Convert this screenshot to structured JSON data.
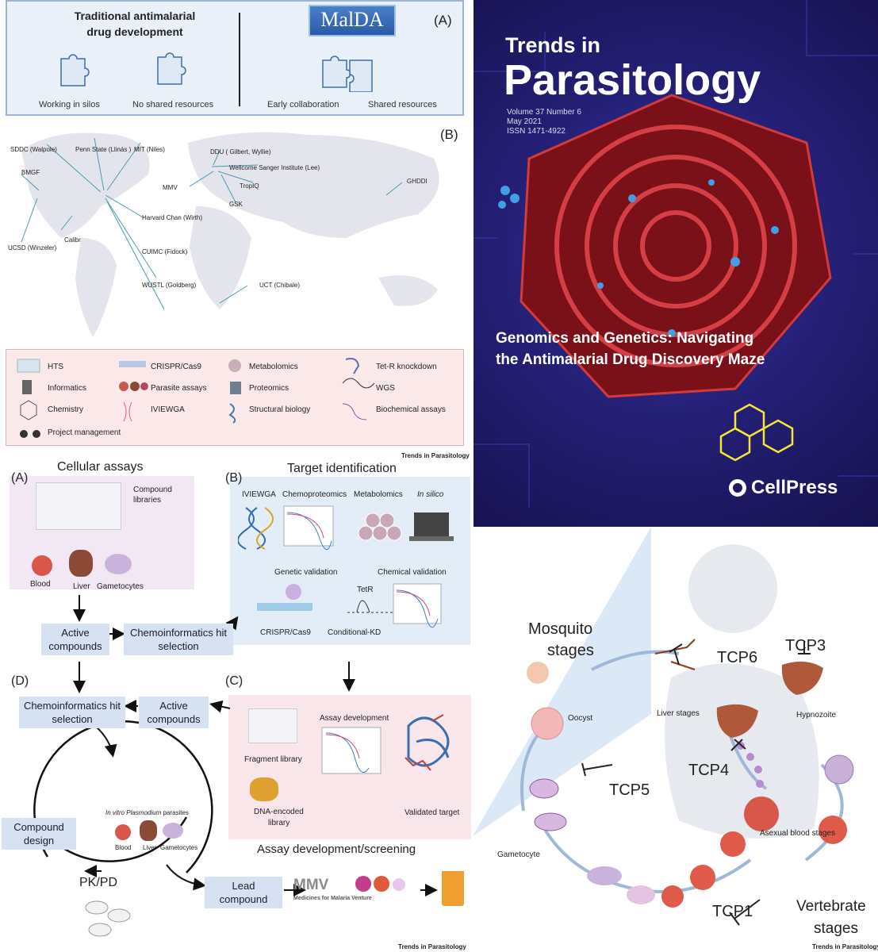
{
  "top_figure": {
    "panel_a": {
      "label": "(A)",
      "left_title": "Traditional antimalarial drug development",
      "left_title_line1": "Traditional antimalarial",
      "left_title_line2": "drug development",
      "logo_text": "MalDA",
      "items": [
        "Working in silos",
        "No shared resources",
        "Early collaboration",
        "Shared resources"
      ]
    },
    "panel_b": {
      "label": "(B)",
      "sites": [
        "SDDC (Walpole)",
        "Penn State (Llinás )",
        "MIT (Niles)",
        "DDU ( Gilbert, Wyllie)",
        "Wellcome Sanger Institute (Lee)",
        "BMGF",
        "GHDDI",
        "MMV",
        "TropIQ",
        "GSK",
        "Harvard Chan (Wirth)",
        "Calibr",
        "CUIMC (Fidock)",
        "UCSD (Winzeler)",
        "WUSTL (Goldberg)",
        "UCT (Chibale)"
      ]
    },
    "legend": [
      "HTS",
      "CRISPR/Cas9",
      "Metabolomics",
      "Tet-R knockdown",
      "Informatics",
      "Parasite assays",
      "Proteomics",
      "WGS",
      "Chemistry",
      "IVIEWGA",
      "Structural biology",
      "Biochemical assays",
      "Project management"
    ],
    "credit": "Trends in Parasitology"
  },
  "cover": {
    "title_line1": "Trends in",
    "title_line2": "Parasitology",
    "volume": "Volume 37 Number 6",
    "date": "May 2021",
    "issn": "ISSN 1471-4922",
    "headline_line1": "Genomics and Genetics: Navigating",
    "headline_line2": "the Antimalarial Drug Discovery Maze",
    "publisher": "CellPress",
    "colors": {
      "bg": "#1d1865",
      "maze": "#b3202a",
      "glow": "#f5e63a"
    }
  },
  "bottom_left": {
    "panel_a": {
      "label": "(A)",
      "title": "Cellular assays",
      "compound_libraries_line1": "Compound",
      "compound_libraries_line2": "libraries",
      "cells": [
        "Blood",
        "Liver",
        "Gametocytes"
      ]
    },
    "panel_b": {
      "label": "(B)",
      "title": "Target identification",
      "methods": [
        "IVIEWGA",
        "Chemoproteomics",
        "Metabolomics",
        "In silico"
      ],
      "validation": [
        "Genetic validation",
        "Chemical validation"
      ],
      "tools": [
        "CRISPR/Cas9",
        "Conditional-KD"
      ],
      "tetr": "TetR"
    },
    "panel_c": {
      "label": "(C)",
      "title": "Assay development/screening",
      "assay_dev": "Assay development",
      "fragment": "Fragment library",
      "del_line1": "DNA-encoded",
      "del_line2": "library",
      "validated": "Validated target"
    },
    "panel_d": {
      "label": "(D)",
      "invitro_italic": "In vitro Plasmodium",
      "invitro_rest": " parasites",
      "cells": [
        "Blood",
        "Liver",
        "Gametocytes"
      ],
      "pkpd": "PK/PD"
    },
    "chips": {
      "active1_line1": "Active",
      "active1_line2": "compounds",
      "chemo1_line1": "Chemoinformatics hit",
      "chemo1_line2": "selection",
      "chemo2_line1": "Chemoinformatics hit",
      "chemo2_line2": "selection",
      "active2_line1": "Active",
      "active2_line2": "compounds",
      "design_line1": "Compound",
      "design_line2": "design",
      "lead_line1": "Lead",
      "lead_line2": "compound"
    },
    "mmv_text": "MMV",
    "mmv_sub": "Medicines for Malaria Venture",
    "credit": "Trends in Parasitology"
  },
  "bottom_right": {
    "mosquito_line1": "Mosquito",
    "mosquito_line2": "stages",
    "oocyst": "Oocyst",
    "liver_stages": "Liver stages",
    "hypnozoite": "Hypnozoite",
    "gametocyte": "Gametocyte",
    "asexual": "Asexual blood stages",
    "vertebrate_line1": "Vertebrate",
    "vertebrate_line2": "stages",
    "tcp": [
      "TCP1",
      "TCP3",
      "TCP4",
      "TCP5",
      "TCP6"
    ],
    "credit": "Trends in Parasitology"
  }
}
